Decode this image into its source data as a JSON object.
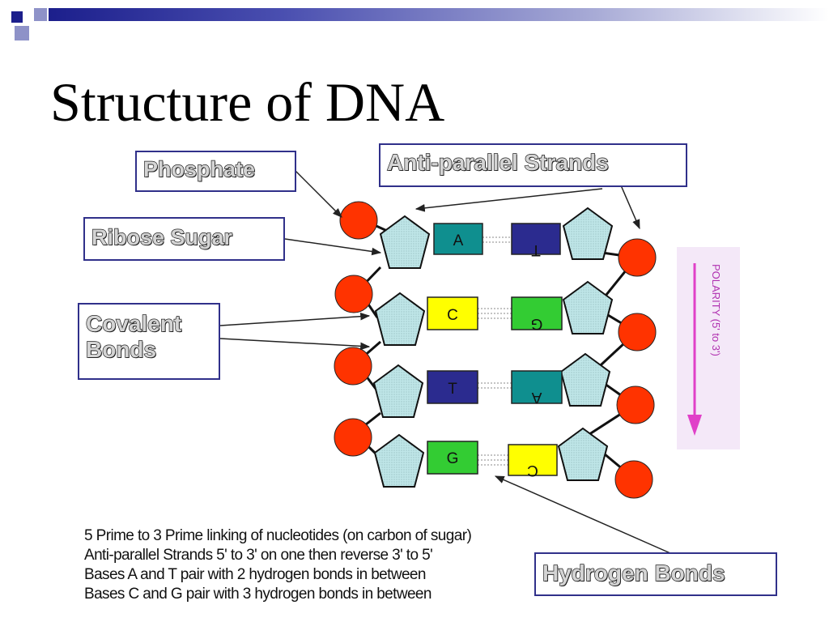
{
  "title": "Structure of DNA",
  "labels": {
    "phosphate": "Phosphate",
    "ribose_sugar": "Ribose Sugar",
    "covalent_line1": "Covalent",
    "covalent_line2": "Bonds",
    "anti_parallel": "Anti-parallel Strands",
    "hydrogen_bonds": "Hydrogen Bonds"
  },
  "polarity_label": "POLARITY (5' to 3')",
  "base_pairs": [
    {
      "left": "A",
      "right": "T",
      "left_color": "#0f8f8f",
      "right_color": "#2b2b8f"
    },
    {
      "left": "C",
      "right": "G",
      "left_color": "#ffff00",
      "right_color": "#33cc33"
    },
    {
      "left": "T",
      "right": "A",
      "left_color": "#2b2b8f",
      "right_color": "#0f8f8f"
    },
    {
      "left": "G",
      "right": "C",
      "left_color": "#33cc33",
      "right_color": "#ffff00"
    }
  ],
  "notes": [
    "5 Prime to 3 Prime linking of nucleotides (on carbon of sugar)",
    "Anti-parallel Strands 5' to 3' on one then reverse 3' to 5'",
    "Bases A and T pair with 2 hydrogen bonds in between",
    "Bases C and G pair with 3 hydrogen bonds in between"
  ],
  "colors": {
    "phosphate": "#ff3300",
    "sugar": "#bfe6e8",
    "label_border": "#30308a",
    "polarity_arrow": "#e040c8",
    "polarity_bg": "#f4e8f8"
  }
}
